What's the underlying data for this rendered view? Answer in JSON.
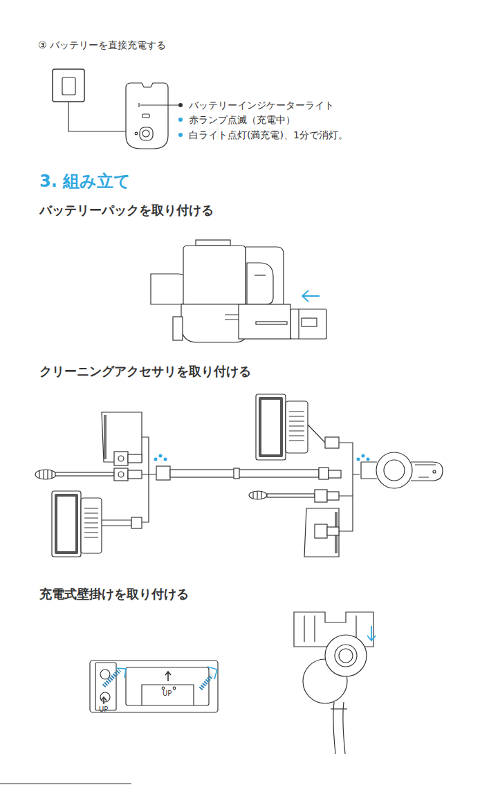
{
  "diagram": {
    "title": "3. 組み立て",
    "labels": [
      "③ バッテリーを直接充電する",
      "バッテリーインジケーターライト",
      "赤ランプ点滅（充電中）",
      "白ライト点灯(満充電)、1分で消灯。",
      "バッテリーパックを取り付ける",
      "クリーニングアクセサリを取り付ける",
      "充電式壁掛けを取り付ける",
      "UP",
      "UP"
    ]
  }
}
